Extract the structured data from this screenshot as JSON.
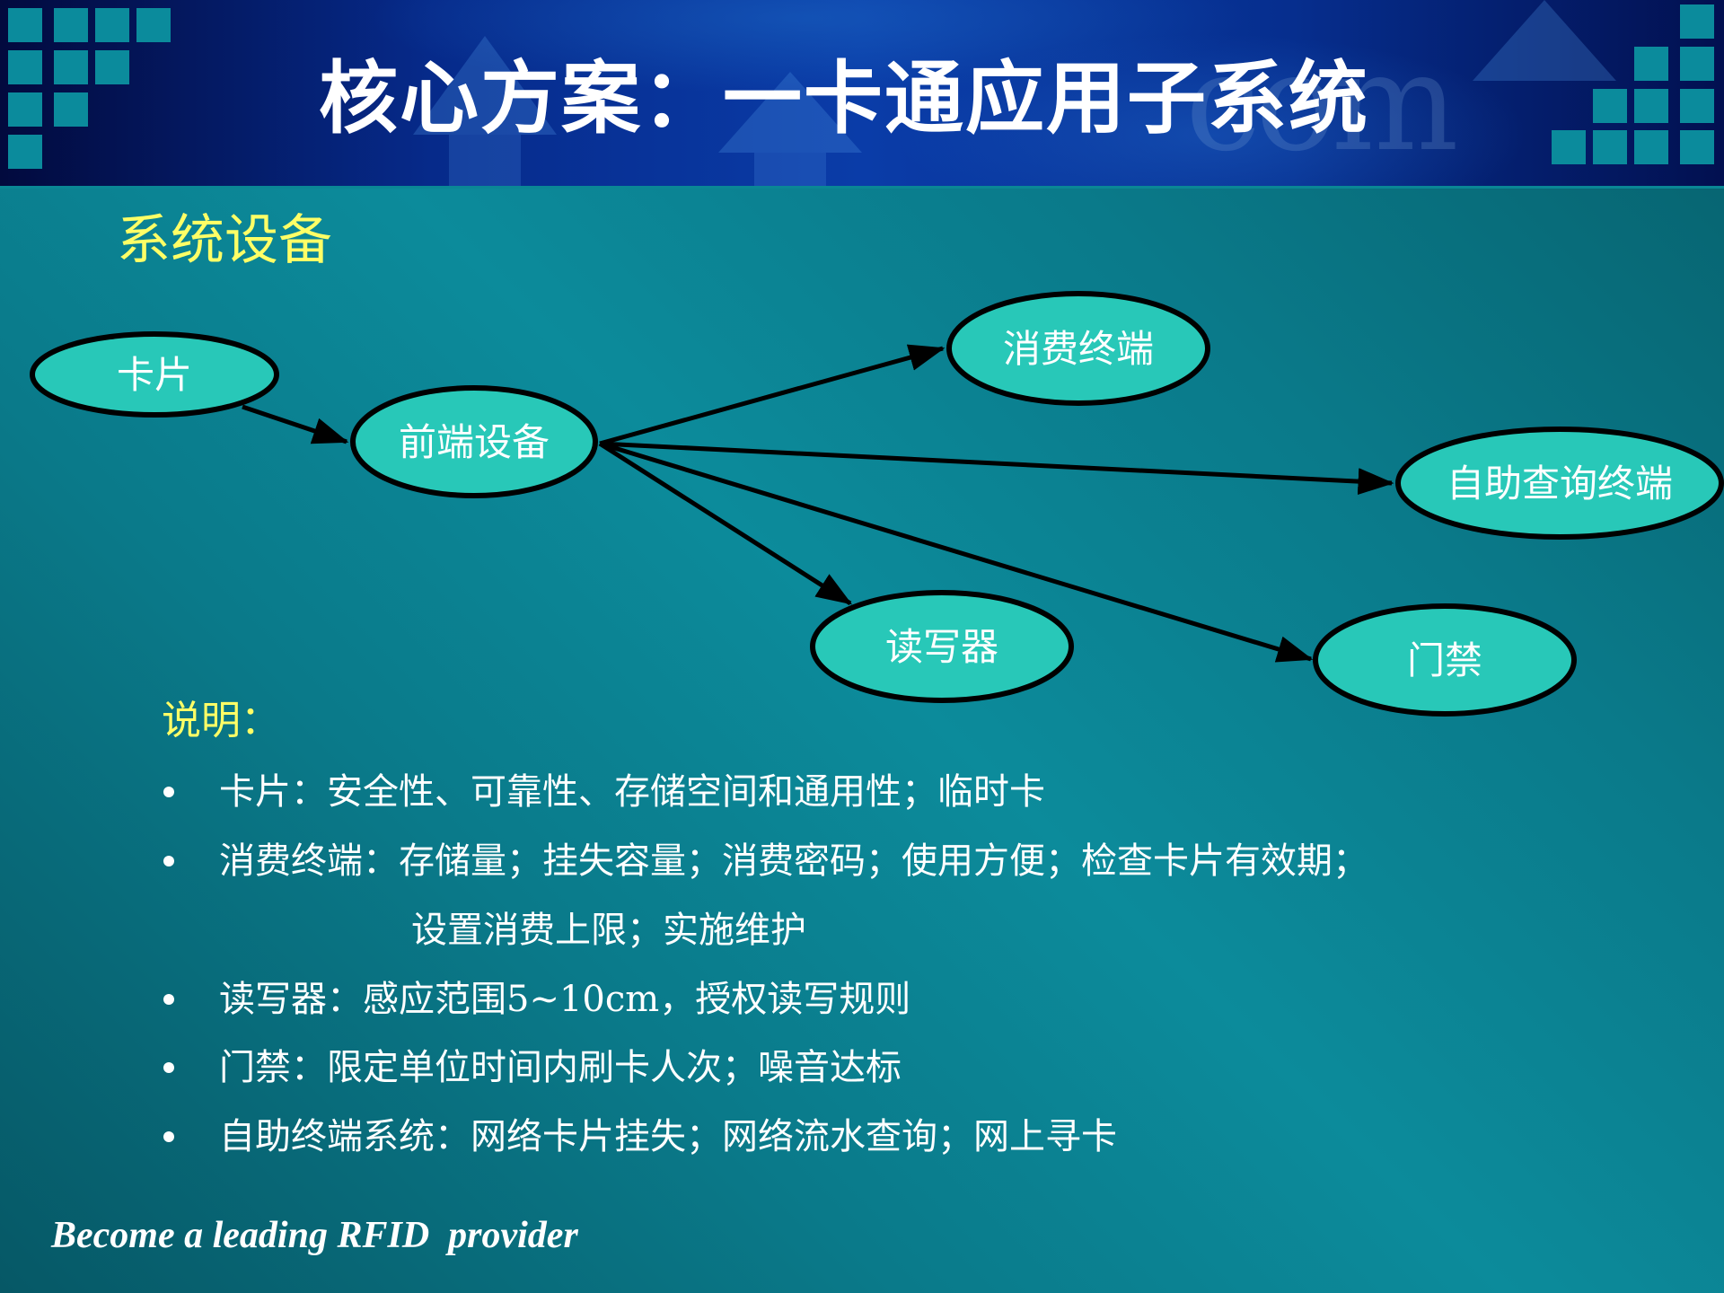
{
  "header": {
    "title": "核心方案：一卡通应用子系统",
    "watermark": "com"
  },
  "section": {
    "subtitle": "系统设备"
  },
  "colors": {
    "node_fill": "#28C8B8",
    "node_stroke": "#000000",
    "subtitle": "#FFFF66",
    "body_text": "#FFFFFF",
    "header_squares": "#0B8B9C"
  },
  "diagram": {
    "nodes": [
      {
        "id": "card",
        "label": "卡片"
      },
      {
        "id": "frontend",
        "label": "前端设备"
      },
      {
        "id": "consumption",
        "label": "消费终端"
      },
      {
        "id": "self_query",
        "label": "自助查询终端"
      },
      {
        "id": "reader",
        "label": "读写器"
      },
      {
        "id": "access",
        "label": "门禁"
      }
    ],
    "edges": [
      {
        "from": "卡片",
        "to": "前端设备"
      },
      {
        "from": "前端设备",
        "to": "消费终端"
      },
      {
        "from": "前端设备",
        "to": "自助查询终端"
      },
      {
        "from": "前端设备",
        "to": "读写器"
      },
      {
        "from": "前端设备",
        "to": "门禁"
      }
    ]
  },
  "notes": {
    "title": "说明：",
    "items": [
      {
        "text": "卡片：安全性、可靠性、存储空间和通用性；临时卡"
      },
      {
        "text": "消费终端：存储量；挂失容量；消费密码；使用方便；检查卡片有效期；",
        "continuation": "设置消费上限；实施维护"
      },
      {
        "text": "读写器：感应范围5~10cm，授权读写规则"
      },
      {
        "text": "门禁：限定单位时间内刷卡人次；噪音达标"
      },
      {
        "text": "自助终端系统：网络卡片挂失；网络流水查询；网上寻卡"
      }
    ]
  },
  "footer": {
    "slogan": "Become a leading RFID  provider"
  }
}
